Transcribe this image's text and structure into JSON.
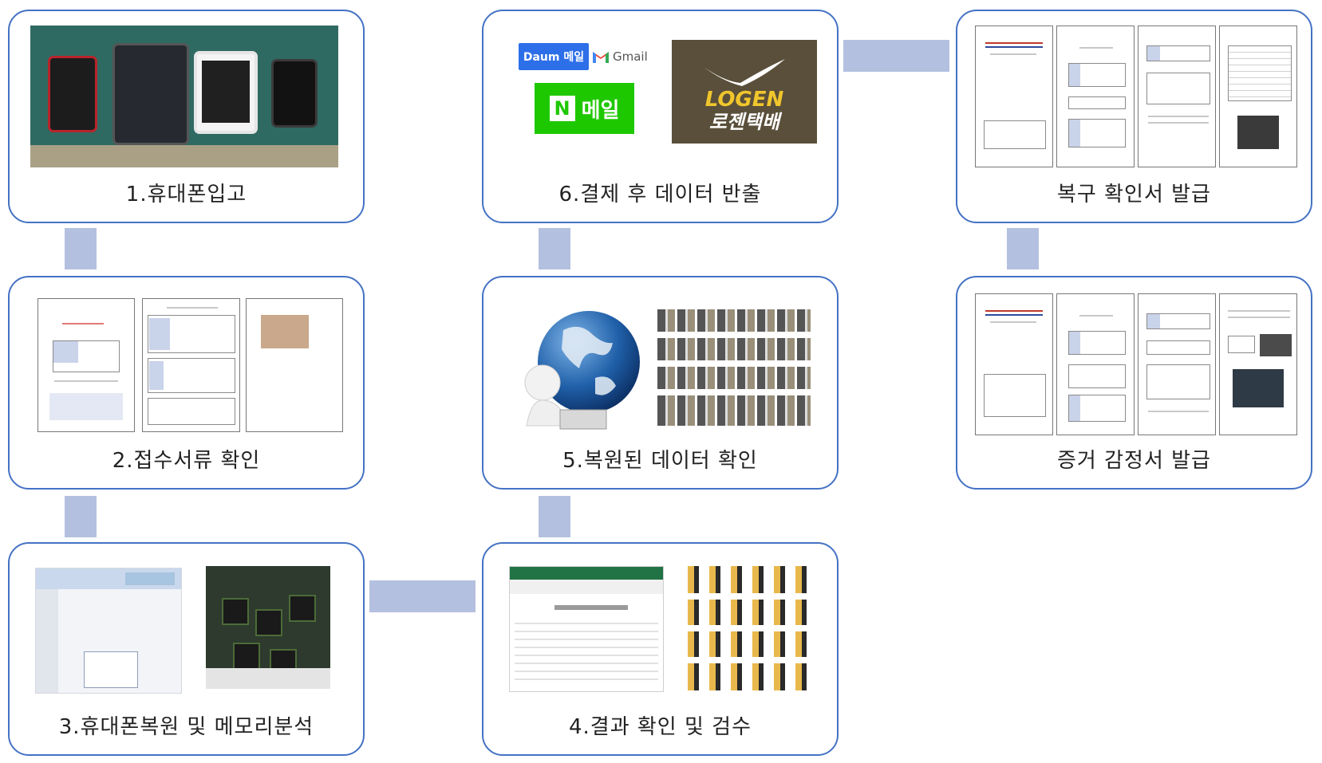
{
  "steps": {
    "s1": "1.휴대폰입고",
    "s2": "2.접수서류 확인",
    "s3": "3.휴대폰복원 및 메모리분석",
    "s4": "4.결과 확인 및 검수",
    "s5": "5.복원된 데이터 확인",
    "s6": "6.결제 후 데이터 반출",
    "s7": "복구 확인서 발급",
    "s8": "증거 감정서 발급"
  },
  "logos": {
    "daum": "Daum 메일",
    "gmail": "Gmail",
    "naver_n": "N",
    "naver_text": "메일",
    "logen_en": "LOGEN",
    "logen_ko": "로젠택배"
  },
  "colors": {
    "border": "#4472c4",
    "connector": "#b4c0e0"
  }
}
